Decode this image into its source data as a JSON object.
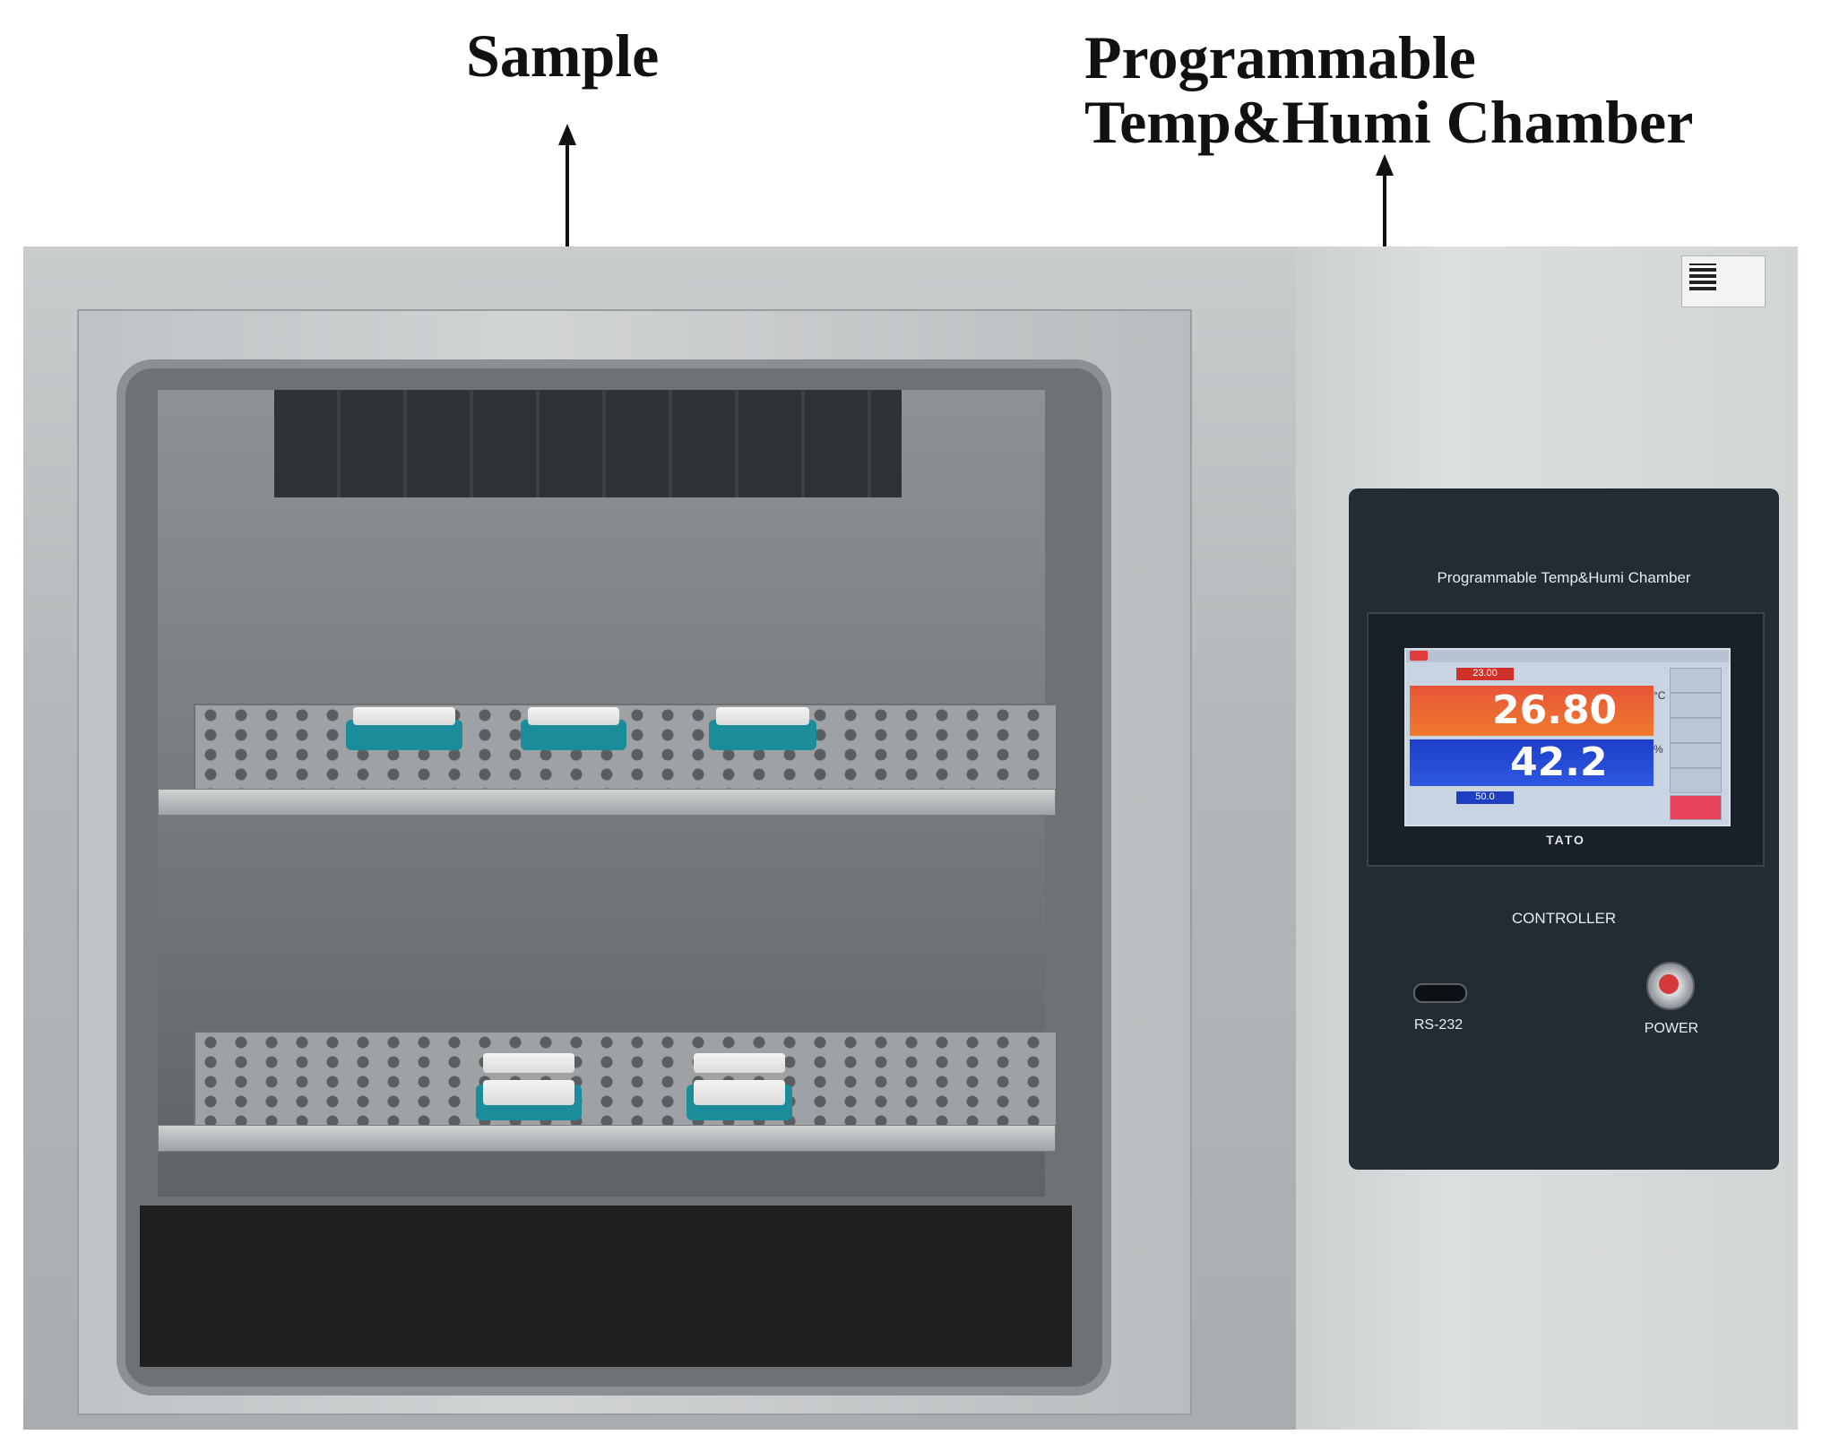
{
  "annotations": {
    "sample_label": "Sample",
    "chamber_label_line1": "Programmable",
    "chamber_label_line2": "Temp&Humi Chamber"
  },
  "controller": {
    "panel_title": "Programmable Temp&Humi Chamber",
    "screen": {
      "temperature_setpoint": "23.00",
      "temperature_value": "26.80",
      "temperature_unit": "°C",
      "humidity_value": "42.2",
      "humidity_unit": "%",
      "humidity_setpoint": "50.0"
    },
    "brand": "TATO",
    "section_label": "CONTROLLER",
    "port_label": "RS-232",
    "power_label": "POWER"
  },
  "colors": {
    "temperature_band": "#f07a2c",
    "humidity_band": "#2e58e2",
    "sample_holder": "#1b8c99",
    "panel": "#232b33"
  }
}
